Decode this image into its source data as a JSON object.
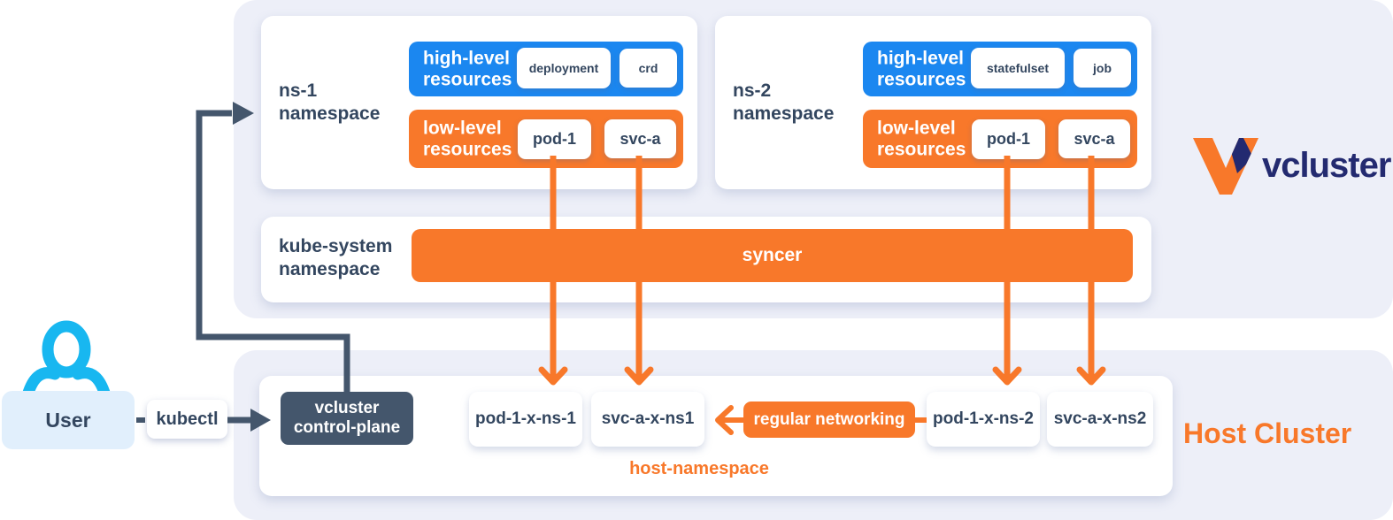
{
  "colors": {
    "blue": "#1b87f0",
    "orange": "#f8782a",
    "slate": "#44566c",
    "navy_text": "#33465f",
    "logo_navy": "#232a70",
    "cyan_user": "#18b7f0",
    "panel_bg": "#edeff8",
    "user_box_bg": "#e1effc"
  },
  "icons": {
    "user": "person-outline-icon",
    "logo_mark": "vcluster-v-mark",
    "arrow_style": "chevron-and-triangle-arrows"
  },
  "brand": {
    "logo_text": "vcluster",
    "host_cluster_label": "Host Cluster"
  },
  "vcluster_area": {
    "namespaces": [
      {
        "label": "ns-1\nnamespace",
        "high": {
          "title": "high-level\nresources",
          "chips": [
            "deployment",
            "crd"
          ]
        },
        "low": {
          "title": "low-level\nresources",
          "chips": [
            "pod-1",
            "svc-a"
          ]
        }
      },
      {
        "label": "ns-2\nnamespace",
        "high": {
          "title": "high-level\nresources",
          "chips": [
            "statefulset",
            "job"
          ]
        },
        "low": {
          "title": "low-level\nresources",
          "chips": [
            "pod-1",
            "svc-a"
          ]
        }
      }
    ],
    "kube_system": {
      "label": "kube-system\nnamespace",
      "syncer_label": "syncer"
    }
  },
  "host_area": {
    "chips": [
      "pod-1-x-ns-1",
      "svc-a-x-ns1",
      "pod-1-x-ns-2",
      "svc-a-x-ns2"
    ],
    "regular_networking_label": "regular networking",
    "namespace_label": "host-namespace",
    "control_plane_label": "vcluster\ncontrol-plane"
  },
  "user_flow": {
    "user_label": "User",
    "kubectl_label": "kubectl"
  }
}
